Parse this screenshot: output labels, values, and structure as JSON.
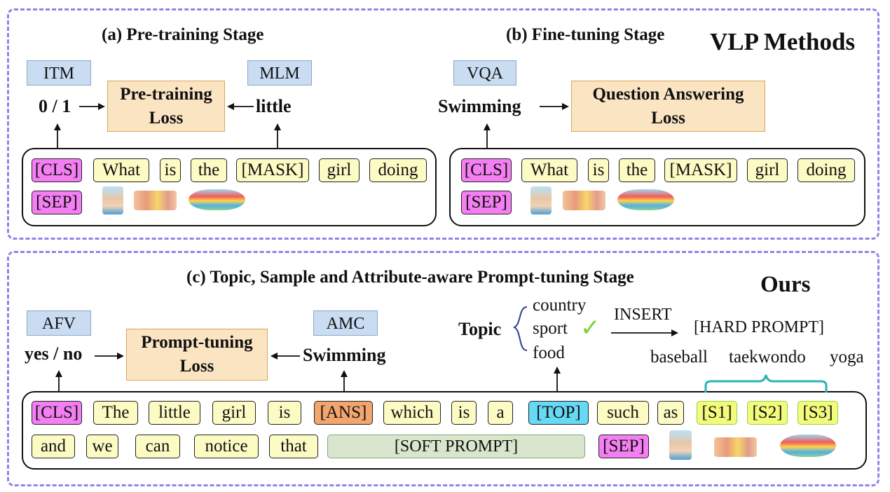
{
  "panel_a": {
    "title": "(a) Pre-training Stage",
    "itm_label": "ITM",
    "mlm_label": "MLM",
    "itm_output": "0 / 1",
    "mlm_output": "little",
    "loss_line1": "Pre-training",
    "loss_line2": "Loss",
    "tokens_row1": [
      "[CLS]",
      "What",
      "is",
      "the",
      "[MASK]",
      "girl",
      "doing"
    ],
    "sep": "[SEP]"
  },
  "panel_b": {
    "title": "(b) Fine-tuning Stage",
    "vqa_label": "VQA",
    "vqa_output": "Swimming",
    "loss_line1": "Question Answering",
    "loss_line2": "Loss",
    "tokens_row1": [
      "[CLS]",
      "What",
      "is",
      "the",
      "[MASK]",
      "girl",
      "doing"
    ],
    "sep": "[SEP]"
  },
  "vlp_label": "VLP Methods",
  "panel_c": {
    "title": "(c) Topic, Sample and Attribute-aware Prompt-tuning Stage",
    "ours_label": "Ours",
    "afv_label": "AFV",
    "amc_label": "AMC",
    "afv_output": "yes / no",
    "amc_output": "Swimming",
    "loss_line1": "Prompt-tuning",
    "loss_line2": "Loss",
    "topic_label": "Topic",
    "topics": [
      "country",
      "sport",
      "food"
    ],
    "check_mark": "✓",
    "insert_label": "INSERT",
    "hard_prompt": "[HARD PROMPT]",
    "samples": [
      "baseball",
      "taekwondo",
      "yoga"
    ],
    "tokens_row1": [
      "[CLS]",
      "The",
      "little",
      "girl",
      "is",
      "[ANS]",
      "which",
      "is",
      "a",
      "[TOP]",
      "such",
      "as",
      "[S1]",
      "[S2]",
      "[S3]"
    ],
    "tokens_row2": [
      "and",
      "we",
      "can",
      "notice",
      "that"
    ],
    "soft_prompt": "[SOFT PROMPT]",
    "sep": "[SEP]"
  },
  "colors": {
    "dashed_border": "#8b86e8",
    "cls_sep": "#f47ff2",
    "token": "#fdfbc4",
    "ans": "#f3a56e",
    "top": "#66d9f5",
    "sample_token": "#f3fb7c",
    "soft_prompt": "#d7e6cd",
    "task_label": "#c9dcf1",
    "loss_box": "#fbe4c2",
    "brace": "#2bb3b3",
    "check": "#7ad13a"
  }
}
